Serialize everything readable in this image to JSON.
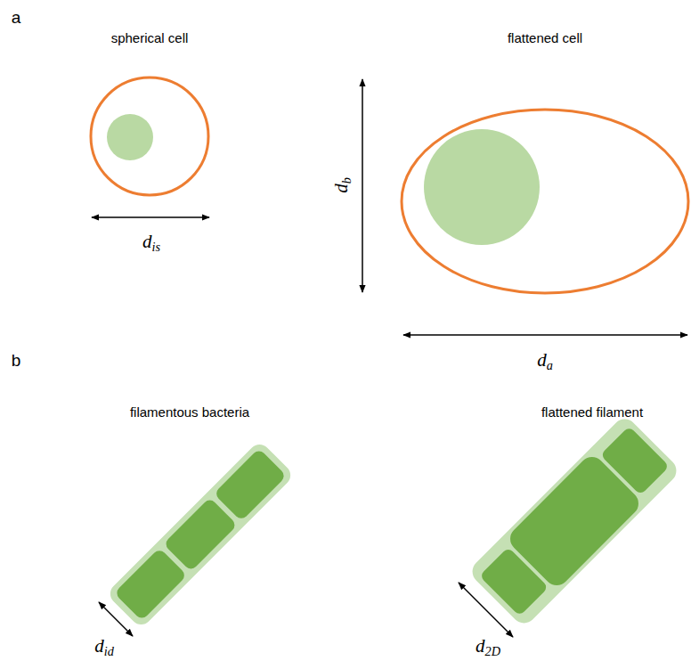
{
  "diagram": {
    "labels": [
      "a",
      "spherical cell",
      "flattened cell",
      "d",
      "is",
      "d",
      "b",
      "d",
      "a",
      "b",
      "filamentous bacteria",
      "flattened filament",
      "d",
      "id",
      "d",
      "2D"
    ]
  }
}
